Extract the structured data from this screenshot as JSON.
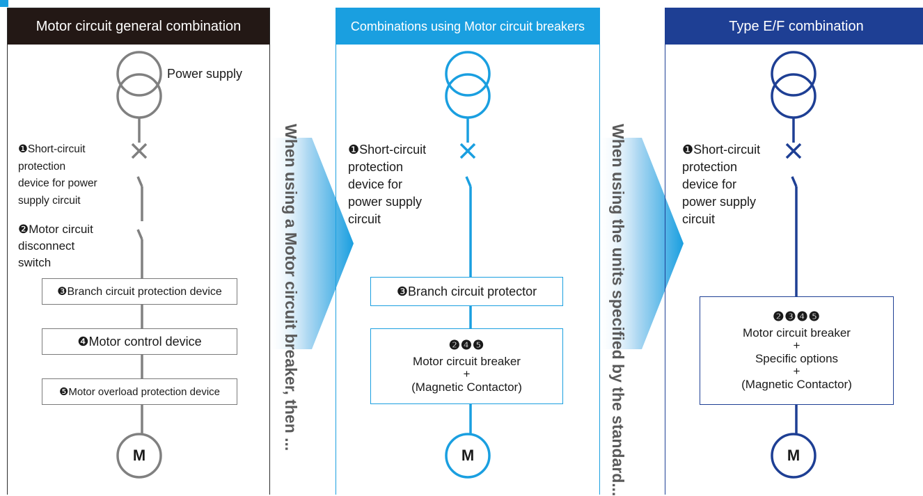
{
  "colors": {
    "gray": "#808080",
    "cyan": "#1a9fe0",
    "navy": "#1e3f94",
    "header_dark": "#231815"
  },
  "panels": [
    {
      "header": "Motor circuit general combination",
      "power_supply_label": "Power supply",
      "short_circuit_label": "❶Short-circuit\nprotection\ndevice for power\nsupply circuit",
      "disconnect_label": "❷Motor circuit\ndisconnect\nswitch",
      "boxes": [
        "❸Branch circuit protection device",
        "❹Motor control device",
        "❺Motor overload protection device"
      ],
      "motor": "M"
    },
    {
      "header": "Combinations using Motor circuit breakers",
      "short_circuit_label": "❶Short-circuit\nprotection\ndevice for\npower supply\ncircuit",
      "box_branch": "❸Branch circuit protector",
      "box_combo_numbers": "❷❹❺",
      "box_combo_lines": [
        "Motor circuit breaker",
        "+",
        "(Magnetic Contactor)"
      ],
      "motor": "M"
    },
    {
      "header": "Type E/F combination",
      "short_circuit_label": "❶Short-circuit\nprotection\ndevice for\npower supply\ncircuit",
      "box_combo_numbers": "❷❸❹❺",
      "box_combo_lines": [
        "Motor circuit breaker",
        "+",
        "Specific options",
        "+",
        "(Magnetic Contactor)"
      ],
      "motor": "M"
    }
  ],
  "transitions": [
    {
      "text": "When using a Motor circuit breaker, then ..."
    },
    {
      "text": "When using the units specified by the standard..."
    }
  ]
}
